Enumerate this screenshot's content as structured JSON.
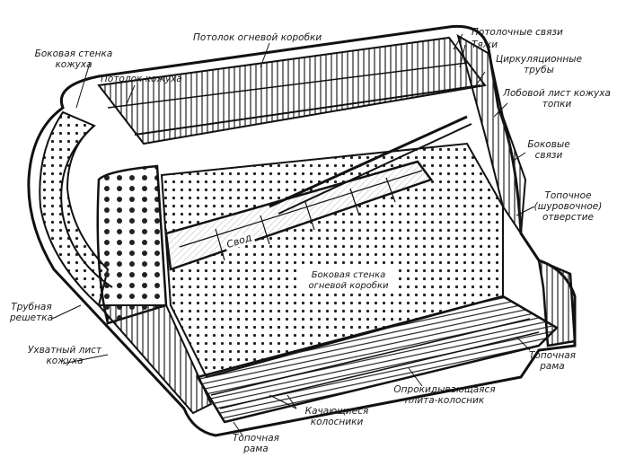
{
  "labels": {
    "side_wall_casing": "Боковая стенка кожуха",
    "casing_ceiling": "Потолок кожуха",
    "firebox_ceiling": "Потолок огневой коробки",
    "ceiling_stays": "Потолочные связи",
    "tie_rods": "Тяжи",
    "circulation_tubes": "Циркуляционные трубы",
    "front_sheet_casing": "Лобовой лист кожуха топки",
    "side_stays": "Боковые связи",
    "fire_door": "Топочное (шуровочное) отверстие",
    "arch": "Свод",
    "side_wall_firebox": "Боковая стенка огневой коробки",
    "tube_sheet": "Трубная решетка",
    "throat_sheet": "Ухватный лист кожуха",
    "firebox_frame_right": "Топочная рама",
    "dump_grate": "Опрокидывающаяся плита-колосник",
    "rocking_bars": "Качающиеся колосники",
    "firebox_frame_bottom": "Топочная рама"
  }
}
